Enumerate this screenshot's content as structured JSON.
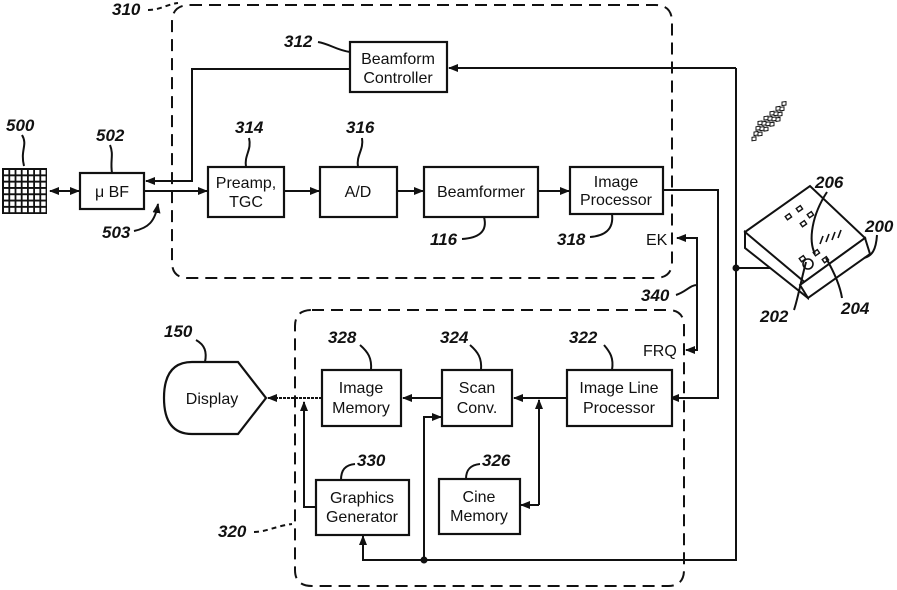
{
  "diagram": {
    "groups": [
      {
        "id": "310",
        "ref": "310"
      },
      {
        "id": "320",
        "ref": "320"
      }
    ],
    "blocks": {
      "transducer_array": {
        "ref": "500"
      },
      "micro_bf": {
        "ref": "502",
        "line1": "μ BF"
      },
      "cable": {
        "ref": "503"
      },
      "beamform_controller": {
        "ref": "312",
        "line1": "Beamform",
        "line2": "Controller"
      },
      "preamp": {
        "ref": "314",
        "line1": "Preamp,",
        "line2": "TGC"
      },
      "ad": {
        "ref": "316",
        "line1": "A/D"
      },
      "beamformer": {
        "ref": "116",
        "line1": "Beamformer"
      },
      "image_processor": {
        "ref": "318",
        "line1": "Image",
        "line2": "Processor"
      },
      "image_line_processor": {
        "ref": "322",
        "line1": "Image Line",
        "line2": "Processor"
      },
      "scan_conv": {
        "ref": "324",
        "line1": "Scan",
        "line2": "Conv."
      },
      "image_memory": {
        "ref": "328",
        "line1": "Image",
        "line2": "Memory"
      },
      "cine_memory": {
        "ref": "326",
        "line1": "Cine",
        "line2": "Memory"
      },
      "graphics_generator": {
        "ref": "330",
        "line1": "Graphics",
        "line2": "Generator"
      },
      "display": {
        "ref": "150",
        "line1": "Display"
      },
      "control_panel": {
        "ref": "200",
        "ref_202": "202",
        "ref_204": "204",
        "ref_206": "206"
      }
    },
    "signals": {
      "ek": "EK",
      "frq": "FRQ",
      "bus_ref": "340"
    }
  }
}
